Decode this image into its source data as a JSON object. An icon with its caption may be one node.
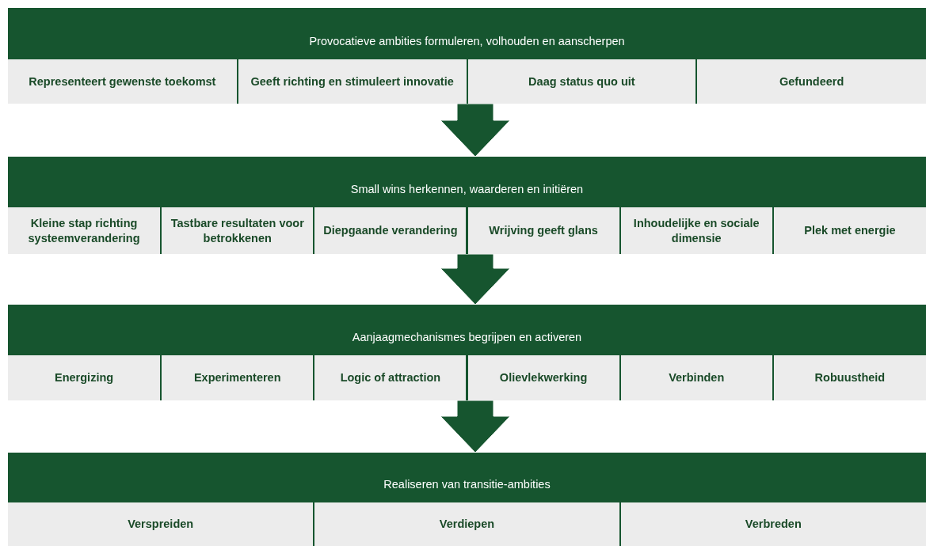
{
  "diagram": {
    "nodes": [
      {
        "text": [
          "Provocatieve ambities formuleren, volhouden en aanscherpen"
        ]
      },
      {
        "text": [
          "Representeert gewenste toekomst"
        ],
        "in": 0
      },
      {
        "text": [
          "Geeft richting en stimuleert innovatie"
        ],
        "in": 0
      },
      {
        "text": [
          "Daag status quo uit"
        ],
        "in": 0
      },
      {
        "text": [
          "Gefundeerd"
        ],
        "in": 0
      },
      {
        "text": [
          "Small wins herkennen, waarderen en initiëren"
        ]
      },
      {
        "text": [
          "Kleine stap richting systeemverandering"
        ],
        "in": 5
      },
      {
        "text": [
          "Tastbare resultaten voor betrokkenen"
        ],
        "in": 5
      },
      {
        "text": [
          "Diepgaande verandering"
        ],
        "in": 5
      },
      {
        "text": [
          "Wrijving geeft glans"
        ],
        "in": 5
      },
      {
        "text": [
          "Inhoudelijke en sociale dimensie"
        ],
        "in": 5
      },
      {
        "text": [
          "Plek met energie"
        ],
        "in": 5
      },
      {
        "text": [
          "Aanjaagmechanismes begrijpen en activeren"
        ]
      },
      {
        "text": [
          "Energizing"
        ],
        "in": 12
      },
      {
        "text": [
          "Experimenteren"
        ],
        "in": 12
      },
      {
        "text": [
          "Logic of attraction"
        ],
        "in": 12
      },
      {
        "text": [
          "Olievlekwerking"
        ],
        "in": 12
      },
      {
        "text": [
          "Verbinden"
        ],
        "in": 12
      },
      {
        "text": [
          "Robuustheid"
        ],
        "in": 12
      },
      {
        "text": [
          "Realiseren van transitie-ambities"
        ]
      },
      {
        "text": [
          "Verspreiden"
        ],
        "in": 19
      },
      {
        "text": [
          "Verdiepen"
        ],
        "in": 19
      },
      {
        "text": [
          "Verbreden"
        ],
        "in": 19
      }
    ],
    "edges": [
      {
        "from": 0,
        "to": 5,
        "arrow": "to"
      },
      {
        "from": 5,
        "to": 12,
        "arrow": "to"
      },
      {
        "from": 12,
        "to": 19,
        "arrow": "to"
      }
    ]
  }
}
